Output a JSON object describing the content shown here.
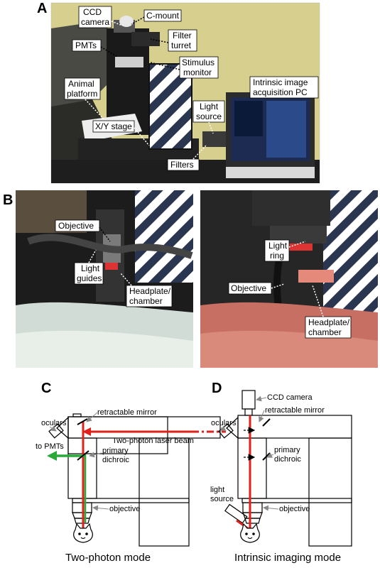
{
  "panels": {
    "a": {
      "letter": "A",
      "labels": {
        "ccd_camera_1": "CCD",
        "ccd_camera_2": "camera",
        "c_mount": "C-mount",
        "filter_turret_1": "Filter",
        "filter_turret_2": "turret",
        "pmts": "PMTs",
        "stimulus_monitor_1": "Stimulus",
        "stimulus_monitor_2": "monitor",
        "animal_platform_1": "Animal",
        "animal_platform_2": "platform",
        "intrinsic_pc_1": "Intrinsic image",
        "intrinsic_pc_2": "acquisition PC",
        "light_source_1": "Light",
        "light_source_2": "source",
        "xy_stage": "X/Y stage",
        "filters": "Filters"
      }
    },
    "b": {
      "letter": "B",
      "left": {
        "objective": "Objective",
        "light_guides_1": "Light",
        "light_guides_2": "guides",
        "headplate_1": "Headplate/",
        "headplate_2": "chamber"
      },
      "right": {
        "light_ring_1": "Light",
        "light_ring_2": "ring",
        "objective": "Objective",
        "headplate_1": "Headplate/",
        "headplate_2": "chamber"
      }
    },
    "c": {
      "letter": "C",
      "labels": {
        "oculars": "oculars",
        "retractable_mirror": "retractable mirror",
        "laser_beam": "Two-photon laser beam",
        "to_pmts": "to PMTs",
        "primary_dichroic_1": "primary",
        "primary_dichroic_2": "dichroic",
        "objective": "objective"
      },
      "caption": "Two-photon mode"
    },
    "d": {
      "letter": "D",
      "labels": {
        "ccd_camera": "CCD camera",
        "oculars": "oculars",
        "retractable_mirror": "retractable mirror",
        "primary_dichroic_1": "primary",
        "primary_dichroic_2": "dichroic",
        "light_source_1": "light",
        "light_source_2": "source",
        "objective": "objective"
      },
      "caption": "Intrinsic imaging mode"
    }
  },
  "colors": {
    "laser_red": "#e0201b",
    "emission_green": "#2aa83a",
    "wall_yellow": "#d8d08a"
  }
}
